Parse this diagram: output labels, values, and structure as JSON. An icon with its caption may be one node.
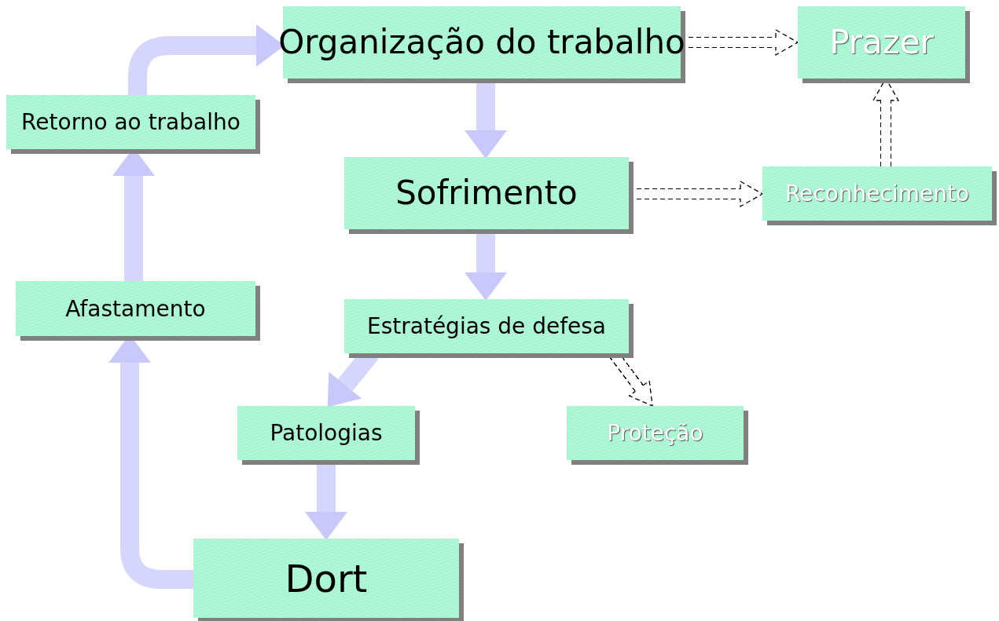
{
  "diagram": {
    "nodes": [
      {
        "text": [
          "Organização do trabalho"
        ]
      },
      {
        "text": [
          "Prazer"
        ]
      },
      {
        "text": [
          "Retorno ao trabalho"
        ]
      },
      {
        "text": [
          "Sofrimento"
        ]
      },
      {
        "text": [
          "Reconhecimento"
        ]
      },
      {
        "text": [
          "Afastamento"
        ]
      },
      {
        "text": [
          "Estratégias de defesa"
        ]
      },
      {
        "text": [
          "Patologias"
        ]
      },
      {
        "text": [
          "Proteção"
        ]
      },
      {
        "text": [
          "Dort"
        ]
      }
    ],
    "edges": [
      {
        "from": 0,
        "to": 3,
        "arrow": "to"
      },
      {
        "from": 3,
        "to": 6,
        "arrow": "to"
      },
      {
        "from": 6,
        "to": 7,
        "arrow": "to"
      },
      {
        "from": 7,
        "to": 9,
        "arrow": "to"
      },
      {
        "from": 9,
        "to": 5,
        "arrow": "to"
      },
      {
        "from": 5,
        "to": 2,
        "arrow": "to"
      },
      {
        "from": 2,
        "to": 0,
        "arrow": "to"
      },
      {
        "from": 0,
        "to": 1,
        "arrow": "to",
        "style": "dashed",
        "color": "#000000"
      },
      {
        "from": 3,
        "to": 4,
        "arrow": "to",
        "style": "dashed",
        "color": "#000000"
      },
      {
        "from": 4,
        "to": 1,
        "arrow": "to",
        "style": "dashed",
        "color": "#000000"
      },
      {
        "from": 6,
        "to": 8,
        "arrow": "to",
        "style": "dashed",
        "color": "#000000"
      }
    ]
  }
}
